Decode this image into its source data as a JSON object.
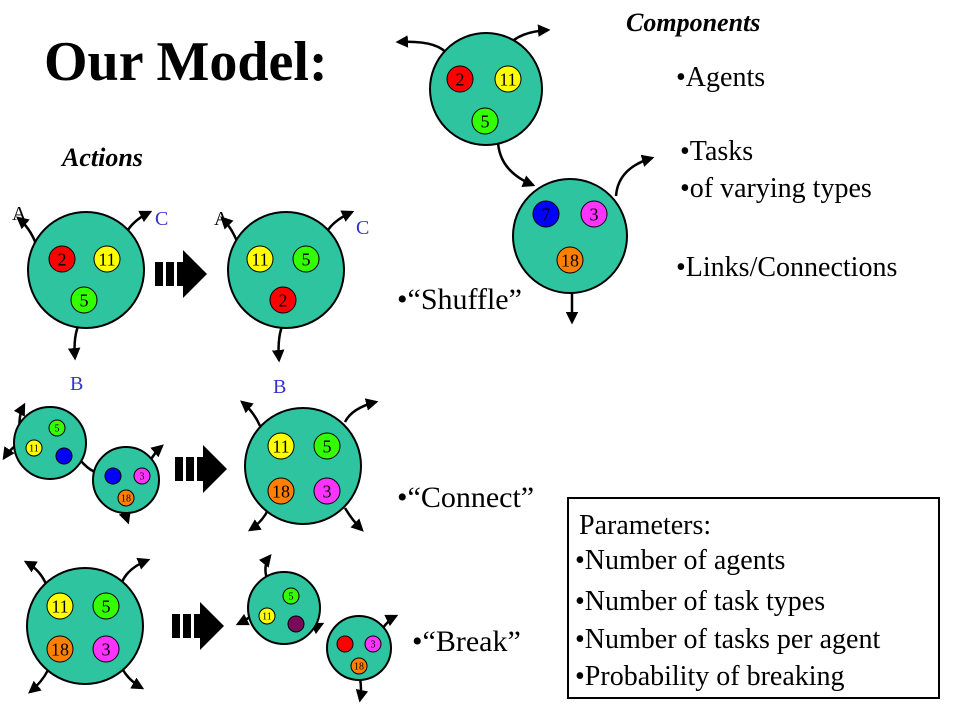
{
  "title": "Our Model:",
  "components_heading": "Components",
  "actions_heading": "Actions",
  "components": [
    "•Agents",
    "•Tasks",
    "•of varying types",
    "•Links/Connections"
  ],
  "actions": [
    "•“Shuffle”",
    "•“Connect”",
    "•“Break”"
  ],
  "parameters": {
    "header": "Parameters:",
    "items": [
      "•Number of agents",
      "•Number of task types",
      "•Number of tasks per agent",
      "•Probability of breaking"
    ]
  },
  "link_labels": {
    "a": "A",
    "b": "B",
    "c": "C"
  },
  "colors": {
    "agent_fill": "#2ec4a0",
    "red": "#ff0000",
    "yellow": "#ffff00",
    "green": "#33ff00",
    "blue": "#0000ff",
    "magenta": "#ff33ff",
    "orange": "#ff8000",
    "purple": "#7a0a5a",
    "label_blue": "#3333cc"
  },
  "diagram": {
    "top_agent_tasks": [
      "2",
      "11",
      "5"
    ],
    "bottom_agent_tasks": [
      "7",
      "3",
      "18"
    ],
    "shuffle_before": [
      "2",
      "11",
      "5"
    ],
    "shuffle_after": [
      "11",
      "5",
      "2"
    ],
    "connect_before_agent1": [
      "5",
      "11"
    ],
    "connect_before_agent2": [
      "3",
      "18"
    ],
    "connect_after": [
      "11",
      "5",
      "18",
      "3"
    ],
    "break_before": [
      "11",
      "5",
      "18",
      "3"
    ],
    "break_after_agent1": [
      "5",
      "11"
    ],
    "break_after_agent2": [
      "3",
      "18"
    ]
  }
}
